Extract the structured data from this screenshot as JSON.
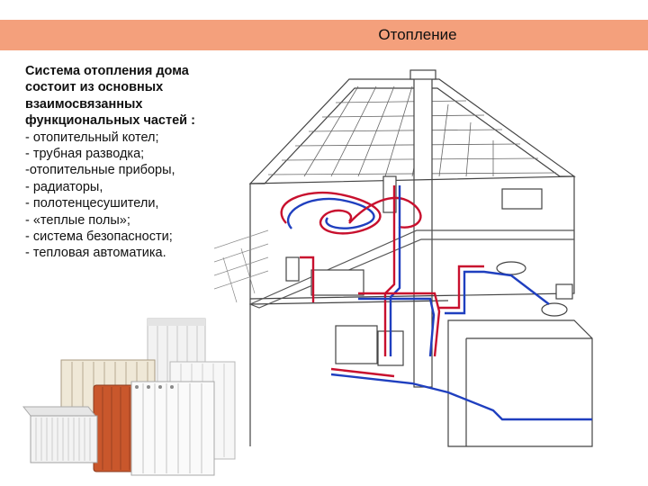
{
  "slide": {
    "title": "Отопление",
    "intro_lines": [
      "Система отопления дома",
      "состоит из основных",
      "взаимосвязанных",
      "функциональных частей :"
    ],
    "items": [
      "- отопительный котел;",
      "- трубная разводка;",
      "-отопительные приборы,",
      "- радиаторы,",
      "- полотенцесушители,",
      "- «теплые полы»;",
      "- система безопасности;",
      "- тепловая автоматика."
    ]
  },
  "images": {
    "radiators": "radiators-photo",
    "house": "heating-system-house-diagram"
  },
  "colors": {
    "title_bar": "#f4a07c",
    "hot_pipe": "#c8102e",
    "cold_pipe": "#1f3fbf"
  }
}
